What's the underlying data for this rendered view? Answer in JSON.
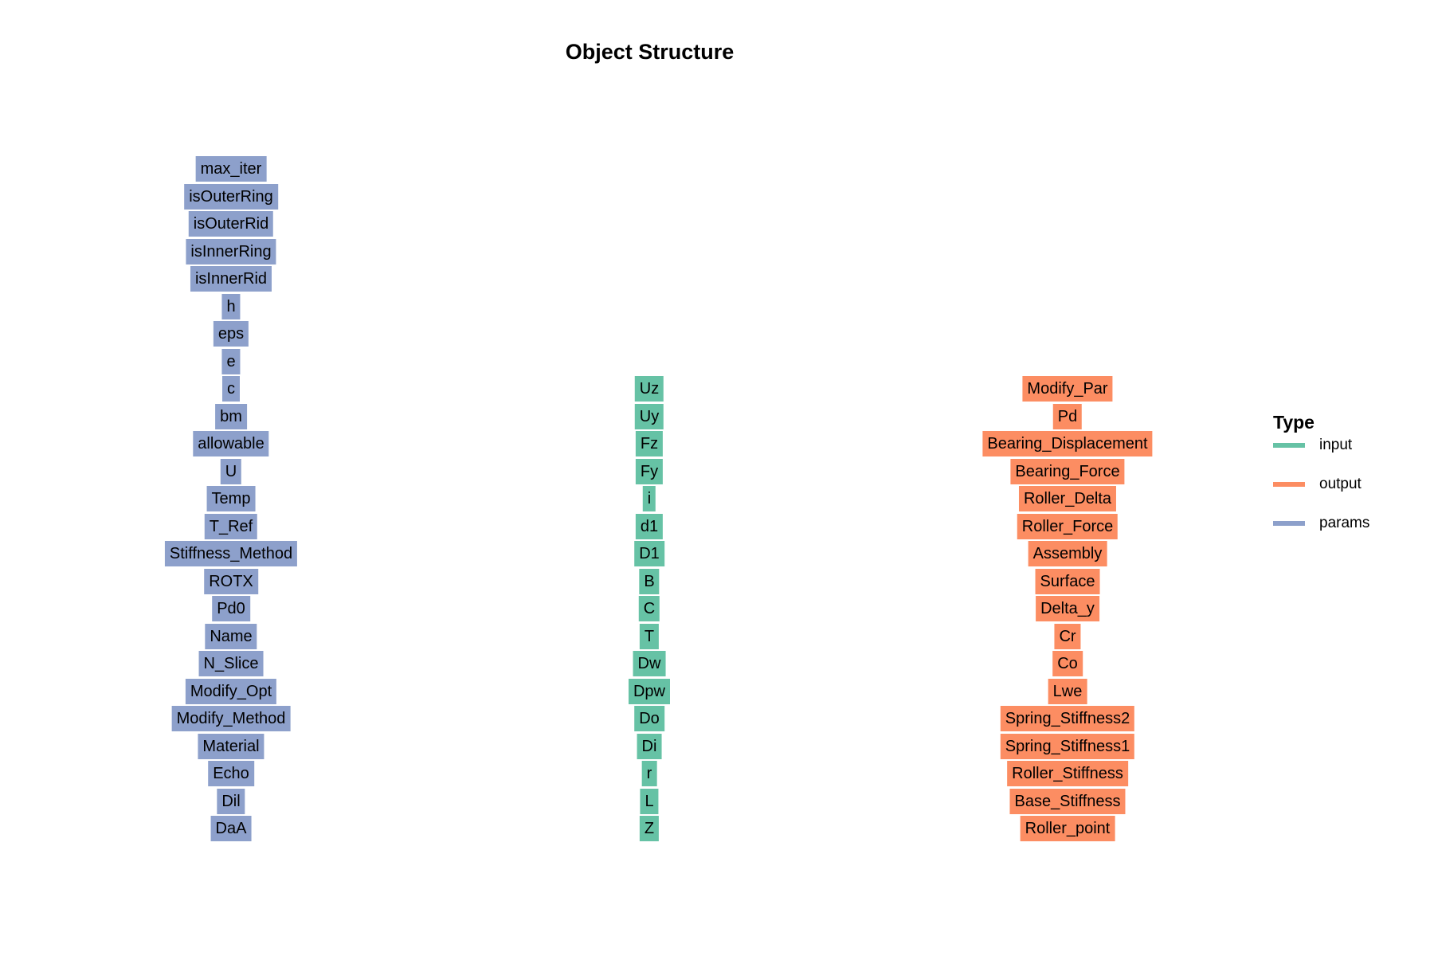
{
  "title": "Object Structure",
  "colors": {
    "input": "#66C2A5",
    "output": "#FC8D62",
    "params": "#8DA0CB"
  },
  "columns": {
    "params": [
      "max_iter",
      "isOuterRing",
      "isOuterRid",
      "isInnerRing",
      "isInnerRid",
      "h",
      "eps",
      "e",
      "c",
      "bm",
      "allowable",
      "U",
      "Temp",
      "T_Ref",
      "Stiffness_Method",
      "ROTX",
      "Pd0",
      "Name",
      "N_Slice",
      "Modify_Opt",
      "Modify_Method",
      "Material",
      "Echo",
      "Dil",
      "DaA"
    ],
    "input": [
      "Uz",
      "Uy",
      "Fz",
      "Fy",
      "i",
      "d1",
      "D1",
      "B",
      "C",
      "T",
      "Dw",
      "Dpw",
      "Do",
      "Di",
      "r",
      "L",
      "Z"
    ],
    "output": [
      "Modify_Par",
      "Pd",
      "Bearing_Displacement",
      "Bearing_Force",
      "Roller_Delta",
      "Roller_Force",
      "Assembly",
      "Surface",
      "Delta_y",
      "Cr",
      "Co",
      "Lwe",
      "Spring_Stiffness2",
      "Spring_Stiffness1",
      "Roller_Stiffness",
      "Base_Stiffness",
      "Roller_point"
    ]
  },
  "legend": {
    "title": "Type",
    "items": [
      {
        "key": "input",
        "label": "input"
      },
      {
        "key": "output",
        "label": "output"
      },
      {
        "key": "params",
        "label": "params"
      }
    ]
  }
}
